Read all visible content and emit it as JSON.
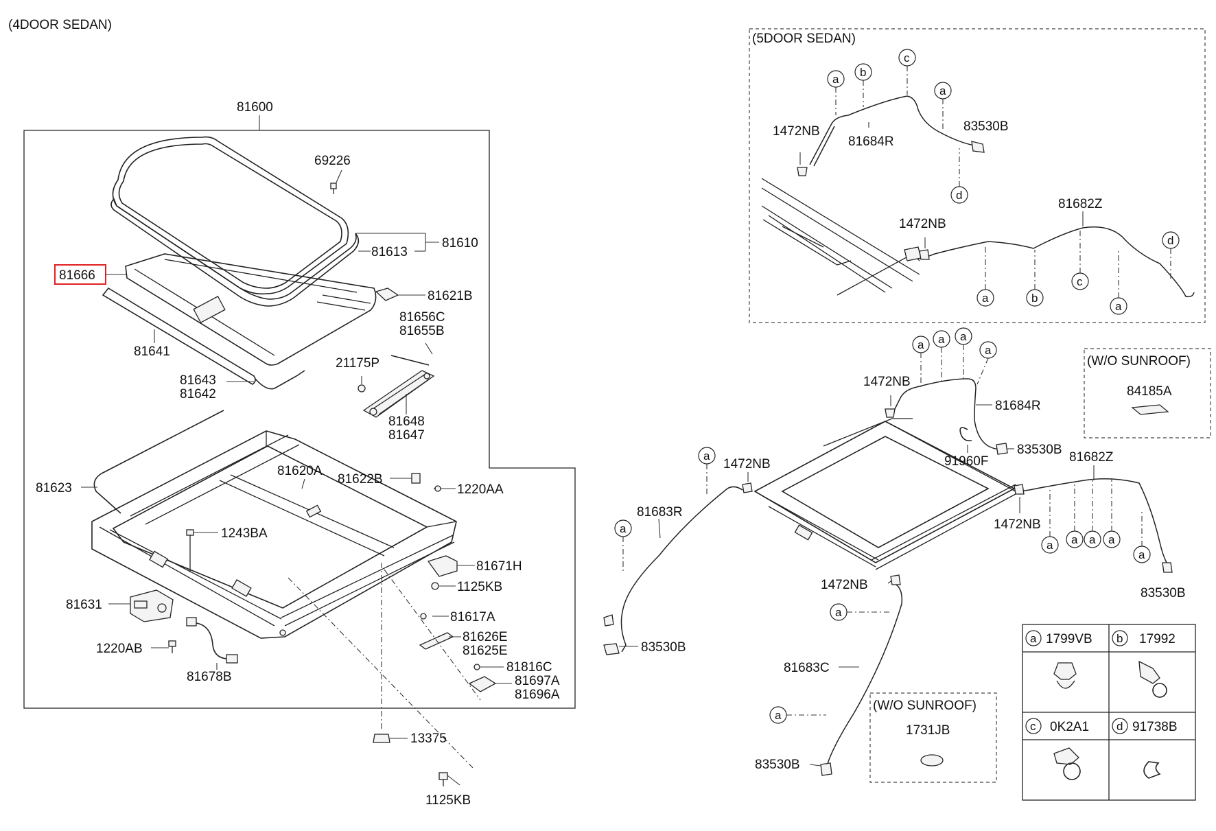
{
  "sections": {
    "four_door": "(4DOOR SEDAN)",
    "five_door": "(5DOOR SEDAN)",
    "wo_sunroof_1": "(W/O SUNROOF)",
    "wo_sunroof_2": "(W/O SUNROOF)"
  },
  "parts": {
    "p81600": "81600",
    "p69226": "69226",
    "p81610": "81610",
    "p81613": "81613",
    "p81666": "81666",
    "p81621B": "81621B",
    "p81641": "81641",
    "p81656C": "81656C",
    "p81655B": "81655B",
    "p21175P": "21175P",
    "p81643": "81643",
    "p81642": "81642",
    "p81648": "81648",
    "p81647": "81647",
    "p81623": "81623",
    "p81620A": "81620A",
    "p81622B": "81622B",
    "p1220AA": "1220AA",
    "p1243BA": "1243BA",
    "p81671H": "81671H",
    "p1125KB_a": "1125KB",
    "p81631": "81631",
    "p81617A": "81617A",
    "p81626E": "81626E",
    "p81625E": "81625E",
    "p1220AB": "1220AB",
    "p81816C": "81816C",
    "p81697A": "81697A",
    "p81696A": "81696A",
    "p81678B": "81678B",
    "p13375": "13375",
    "p1125KB_b": "1125KB",
    "f1472NB_a": "1472NB",
    "f81684R": "81684R",
    "f83530B": "83530B",
    "f1472NB_b": "1472NB",
    "f81682Z": "81682Z",
    "m1472NB_a": "1472NB",
    "m81684R": "81684R",
    "m83530B_a": "83530B",
    "m91960F": "91960F",
    "m1472NB_b": "1472NB",
    "m81683R": "81683R",
    "m83530B_b": "83530B",
    "m81682Z": "81682Z",
    "m1472NB_c": "1472NB",
    "m83530B_c": "83530B",
    "m1472NB_d": "1472NB",
    "m81683C": "81683C",
    "m83530B_d": "83530B",
    "w84185A": "84185A",
    "w1731JB": "1731JB"
  },
  "callouts": {
    "a": "a",
    "b": "b",
    "c": "c",
    "d": "d"
  },
  "legend": [
    {
      "letter": "a",
      "code": "1799VB"
    },
    {
      "letter": "b",
      "code": "17992"
    },
    {
      "letter": "c",
      "code": "0K2A1"
    },
    {
      "letter": "d",
      "code": "91738B"
    }
  ],
  "highlight_color": "#e02020"
}
